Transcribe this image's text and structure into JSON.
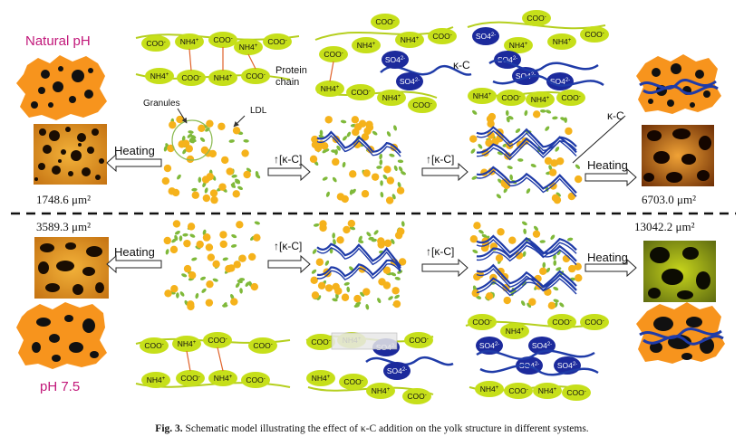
{
  "labels": {
    "natural_ph": "Natural pH",
    "ph_75": "pH 7.5",
    "granules": "Granules",
    "ldl": "LDL",
    "protein_chain": "Protein\nchain",
    "kc": "κ-C",
    "heating": "Heating",
    "increase_kc": "↑[κ-C]",
    "coo": "COO-",
    "nh4": "NH4+",
    "so4": "SO42-"
  },
  "areas": {
    "top_left": "1748.6 μm²",
    "top_right": "6703.0 μm²",
    "bottom_left": "3589.3 μm²",
    "bottom_right": "13042.2 μm²"
  },
  "caption": {
    "label": "Fig. 3.",
    "text": "Schematic model illustrating the effect of κ-C addition on the yolk structure in different systems."
  },
  "colors": {
    "yellow_dot": "#f5b21b",
    "green_granule": "#7fb93a",
    "chain_green": "#b5cf1e",
    "ion_lime": "#c6df1a",
    "sulfate_blue": "#1c2a9c",
    "kc_blue": "#1f3ba8",
    "orange_blob": "#f7941d",
    "magenta_label": "#c2187a"
  }
}
